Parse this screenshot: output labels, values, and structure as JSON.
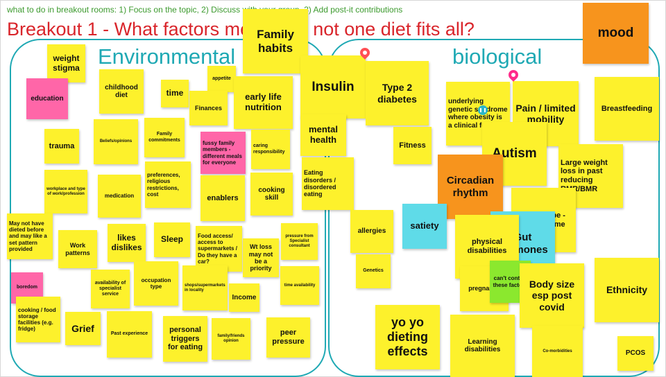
{
  "instructions": "what to do in breakout rooms: 1) Focus on the topic, 2) Discuss with your group, 3) Add post-it contributions",
  "title": "Breakout 1 - What factors mean that not one diet fits all?",
  "regions": {
    "environmental": "Environmental",
    "biological": "biological"
  },
  "colors": {
    "yellow": "#fdf12c",
    "pink": "#ff66a8",
    "orange": "#f7941d",
    "cyan": "#5fdbe8",
    "green": "#8be82e",
    "region_border": "#1fa9b4",
    "title": "#d9252b",
    "instructions": "#3c9a2e"
  },
  "notes": {
    "weight_stigma": "weight stigma",
    "education": "education",
    "childhood_diet": "childhood diet",
    "time": "time",
    "appetite": "appetite",
    "finances": "Finances",
    "early_life_nutrition": "early life nutrition",
    "family_habits": "Family habits",
    "insulin": "Insulin",
    "type2_diabetes": "Type 2 diabetes",
    "mood": "mood",
    "trauma": "trauma",
    "beliefs_opinions": "Beliefs/opinions",
    "family_commitments": "Family commitments",
    "fussy_family": "fussy family members - different meals for everyone",
    "caring_responsibility": "caring responsibility",
    "mental_health": "mental health",
    "fitness": "Fitness",
    "underlying_genetic": "underlying genetic syndrome where obesity is a clinical feature",
    "pain_limited_mobility": "Pain / limited mobility",
    "breastfeeding": "Breastfeeding",
    "autism": "Autism",
    "workplace": "workplace and type of work/profession",
    "medication": "medication",
    "preferences": "preferences, religious restrictions, cost",
    "enablers": "enablers",
    "cooking_skill": "cooking skill",
    "eating_disorders": "Eating disorders / disordered eating",
    "circadian_rhythm": "Circadian rhythm",
    "large_weight_loss": "Large weight loss in past reducing RMR/BMR",
    "phenotype": "Phenotype - microbiome",
    "may_not_have_dieted": "May not have dieted before and may like a set pattern provided",
    "work_patterns": "Work patterns",
    "likes_dislikes": "likes dislikes",
    "sleep": "Sleep",
    "food_access": "Food access/ access to supermarkets / Do they have a car?",
    "wt_loss_priority": "Wt loss may not be a priority",
    "pressure_specialist": "pressure from Specialist consultant",
    "allergies": "allergies",
    "satiety": "satiety",
    "gut_hormones": "Gut hormones",
    "physical_disabilities": "physical disabilities",
    "boredom": "boredom",
    "availability_specialist": "availability of specialist service",
    "occupation_type": "occupation type",
    "shops_supermarkets": "shops/supermarkets in locality",
    "time_availability": "time availability",
    "genetics": "Genetics",
    "pregnancy": "pregnancy",
    "cant_control": "can't control these factors",
    "body_size": "Body size esp post covid",
    "ethnicity": "Ethnicity",
    "income": "Income",
    "cooking_food_storage": "cooking / food storage facilities (e.g. fridge)",
    "grief": "Grief",
    "past_experience": "Past experience",
    "personal_triggers": "personal triggers for eating",
    "family_friends_opinion": "family/friends opinion",
    "peer_pressure": "peer pressure",
    "yo_yo_dieting": "yo yo dieting effects",
    "learning_disabilities": "Learning disabilities",
    "co_morbidities": "Co-morbidities",
    "pcos": "PCOS"
  }
}
